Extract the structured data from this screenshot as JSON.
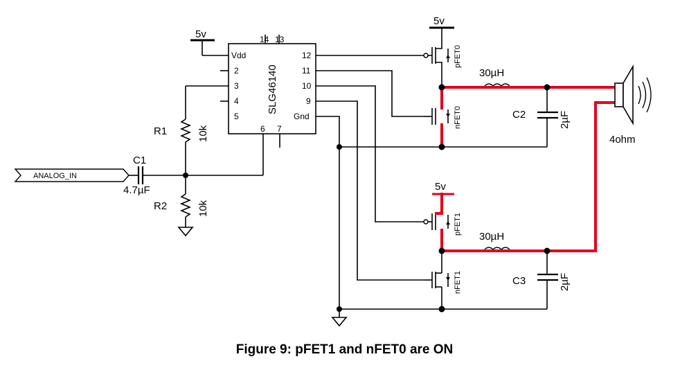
{
  "caption": "Figure 9: pFET1 and nFET0 are ON",
  "chip": {
    "name": "SLG46140",
    "top_pins": [
      "14",
      "13"
    ],
    "left_pins": [
      "Vdd",
      "2",
      "3",
      "4",
      "5"
    ],
    "right_pins": [
      "12",
      "11",
      "10",
      "9",
      "Gnd"
    ],
    "bottom_pins": [
      "6",
      "7"
    ]
  },
  "supply": {
    "chip": "5v",
    "top": "5v",
    "bottom": "5v"
  },
  "input_label": "ANALOG_IN",
  "c1": {
    "name": "C1",
    "value": "4.7µF"
  },
  "r1": {
    "name": "R1",
    "value": "10k"
  },
  "r2": {
    "name": "R2",
    "value": "10k"
  },
  "fets": {
    "p0": "pFET0",
    "n0": "nFET0",
    "p1": "pFET1",
    "n1": "nFET1"
  },
  "inductors": {
    "top": "30µH",
    "bottom": "30µH"
  },
  "c2": {
    "name": "C2",
    "value": "2µF"
  },
  "c3": {
    "name": "C3",
    "value": "2µF"
  },
  "speaker": {
    "value": "4ohm"
  },
  "colors": {
    "active_path": "#e3001b",
    "wire": "#000000"
  }
}
